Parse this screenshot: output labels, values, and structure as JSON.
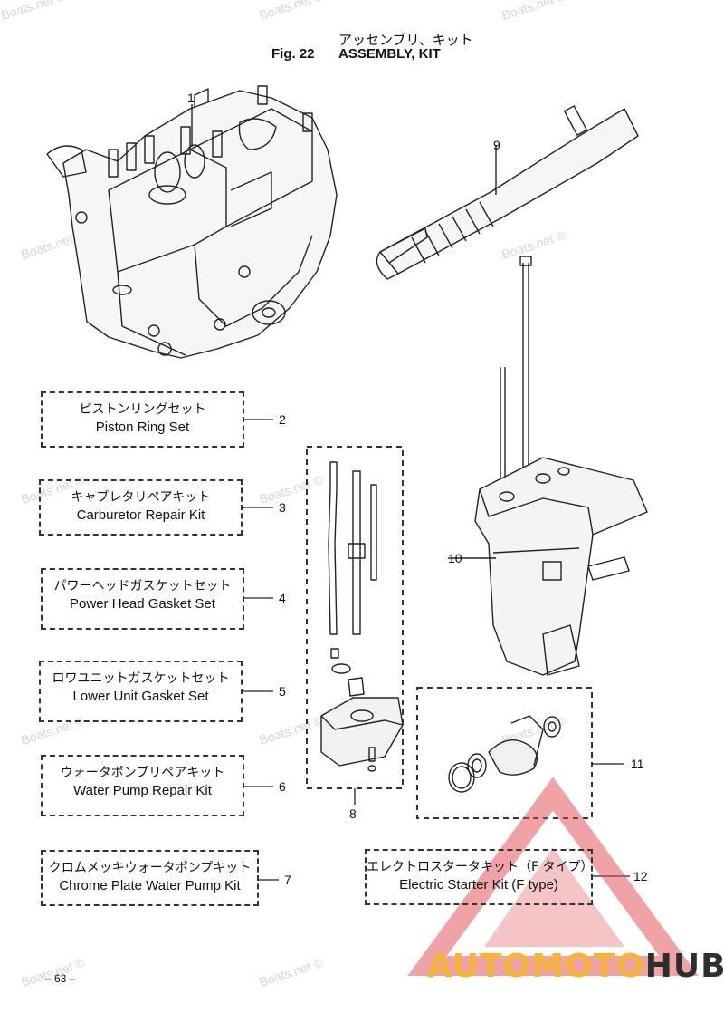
{
  "header": {
    "title_jp": "アッセンブリ、キット",
    "fig_number": "Fig. 22",
    "fig_title": "ASSEMBLY, KIT"
  },
  "kits": [
    {
      "jp": "ピストンリングセット",
      "en": "Piston Ring Set",
      "num": "2"
    },
    {
      "jp": "キャブレタリペアキット",
      "en": "Carburetor Repair Kit",
      "num": "3"
    },
    {
      "jp": "パワーヘッドガスケットセット",
      "en": "Power Head Gasket Set",
      "num": "4"
    },
    {
      "jp": "ロワユニットガスケットセット",
      "en": "Lower Unit Gasket Set",
      "num": "5"
    },
    {
      "jp": "ウォータポンプリペアキット",
      "en": "Water Pump Repair Kit",
      "num": "6"
    },
    {
      "jp": "クロムメッキウォータポンプキット",
      "en": "Chrome Plate Water  Pump Kit",
      "num": "7"
    }
  ],
  "starter_kit": {
    "jp": "エレクトロスタータキット（F タイプ）",
    "en": "Electric Starter Kit (F type)",
    "num": "12"
  },
  "part_numbers": {
    "p1": "1",
    "p8": "8",
    "p9": "9",
    "p10": "10",
    "p11": "11"
  },
  "watermark": "Boats.net ©",
  "page_number": "– 63 –",
  "logo": {
    "part1": "AUTOMOTO",
    "part2": "HUB",
    "color_accent": "#f4b33a",
    "color_dark": "#2e2e2e",
    "triangle_color": "#e0454b"
  }
}
